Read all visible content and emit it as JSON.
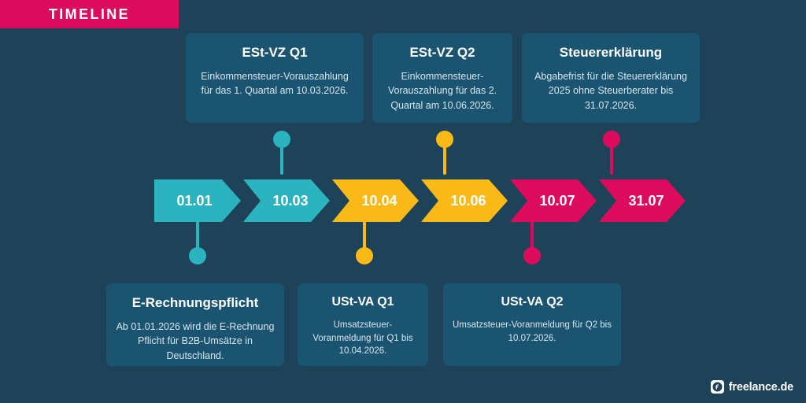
{
  "badge": {
    "label": "TIMELINE"
  },
  "colors": {
    "background": "#1e4257",
    "card": "#1a5470",
    "teal": "#2bb3c0",
    "yellow": "#f9b917",
    "pink": "#dd0b5e",
    "text_primary": "#ffffff",
    "text_secondary": "#d8e6ee"
  },
  "top_cards": [
    {
      "title": "ESt-VZ Q1",
      "body": "Einkommensteuer-Vorauszahlung für das 1. Quartal am 10.03.2026.",
      "accent": "teal",
      "links_to": "10.03"
    },
    {
      "title": "ESt-VZ Q2",
      "body": "Einkommensteuer-Vorauszahlung für das 2. Quartal am 10.06.2026.",
      "accent": "yellow",
      "links_to": "10.06"
    },
    {
      "title": "Steuererklärung",
      "body": "Abgabefrist für die Steuererklärung 2025 ohne Steuerberater bis 31.07.2026.",
      "accent": "pink",
      "links_to": "31.07"
    }
  ],
  "bottom_cards": [
    {
      "title": "E-Rechnungspflicht",
      "body": "Ab 01.01.2026 wird die E-Rechnung Pflicht für B2B-Umsätze in Deutschland.",
      "accent": "teal",
      "links_to": "01.01"
    },
    {
      "title": "USt-VA Q1",
      "body": "Umsatzsteuer-Voranmeldung für Q1 bis 10.04.2026.",
      "accent": "yellow",
      "links_to": "10.04"
    },
    {
      "title": "USt-VA Q2",
      "body": "Umsatzsteuer-Voranmeldung für Q2 bis 10.07.2026.",
      "accent": "pink",
      "links_to": "10.07"
    }
  ],
  "timeline_steps": [
    {
      "label": "01.01",
      "color": "#2bb3c0"
    },
    {
      "label": "10.03",
      "color": "#2bb3c0"
    },
    {
      "label": "10.04",
      "color": "#f9b917"
    },
    {
      "label": "10.06",
      "color": "#f9b917"
    },
    {
      "label": "10.07",
      "color": "#dd0b5e"
    },
    {
      "label": "31.07",
      "color": "#dd0b5e"
    }
  ],
  "connectors": {
    "up": [
      {
        "color": "#2bb3c0"
      },
      {
        "color": "#f9b917"
      },
      {
        "color": "#dd0b5e"
      }
    ],
    "down": [
      {
        "color": "#2bb3c0"
      },
      {
        "color": "#f9b917"
      },
      {
        "color": "#dd0b5e"
      }
    ]
  },
  "logo": {
    "text": "freelance.de",
    "icon": "freelance-logo-icon"
  }
}
